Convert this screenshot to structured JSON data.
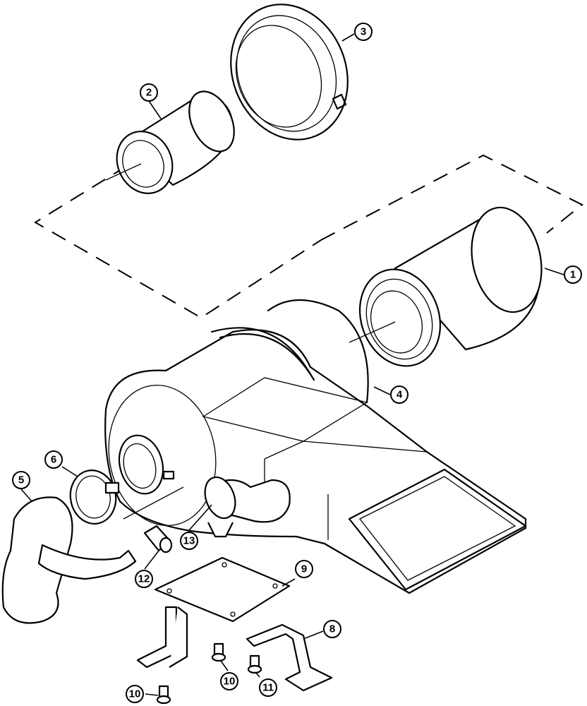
{
  "callouts": {
    "c1": "1",
    "c2": "2",
    "c3": "3",
    "c4": "4",
    "c5": "5",
    "c6": "6",
    "c8": "8",
    "c9": "9",
    "c10a": "10",
    "c10b": "10",
    "c11": "11",
    "c12": "12",
    "c13": "13"
  }
}
